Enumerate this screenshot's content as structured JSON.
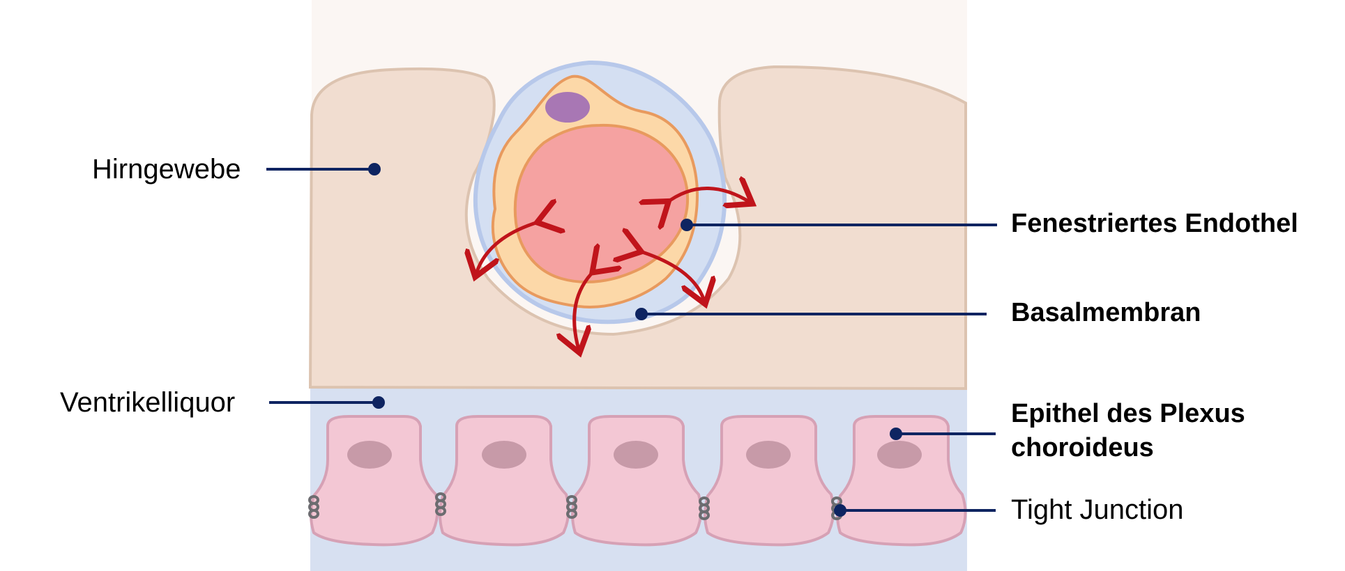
{
  "labels": {
    "hirngewebe": "Hirngewebe",
    "ventrikelliquor": "Ventrikelliquor",
    "endothel": "Fenestriertes Endothel",
    "basalmembran": "Basalmembran",
    "epithel_line1": "Epithel des Plexus",
    "epithel_line2": "choroideus",
    "tight_junction": "Tight Junction"
  },
  "colors": {
    "brain_tissue": "#f1ddd0",
    "brain_outline": "#dcc3b0",
    "background_top": "#fbf6f3",
    "csf": "#d7e0f1",
    "basement_membrane": "#d4dff2",
    "endothelium": "#fcd8a8",
    "endothelium_outline": "#e89a5e",
    "lumen": "#f5a2a1",
    "nucleus_endothel": "#a877b4",
    "epithel_cell": "#f3c7d4",
    "epithel_outline": "#d6a1b5",
    "epithel_nucleus": "#c79aa8",
    "tight_junction": "#6c6c70",
    "arrow": "#c0141b",
    "leader_line": "#0e2461"
  }
}
